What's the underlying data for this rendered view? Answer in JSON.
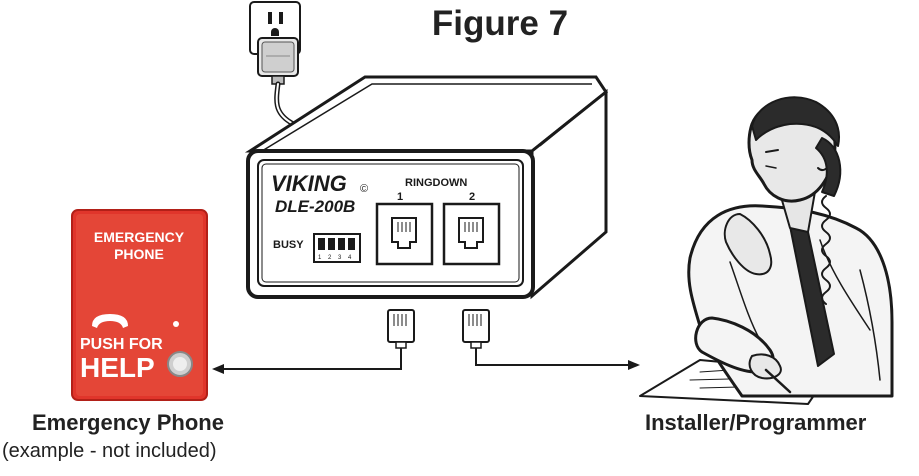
{
  "figure_title": "Figure 7",
  "device": {
    "brand": "VIKING",
    "brand_mark": "©",
    "model": "DLE-200B",
    "ringdown_label": "RINGDOWN",
    "port_1_label": "1",
    "port_2_label": "2",
    "busy_label": "BUSY",
    "dip_switch_numbers": [
      "1",
      "2",
      "3",
      "4"
    ]
  },
  "emergency_phone": {
    "face_title": [
      "EMERGENCY",
      "PHONE"
    ],
    "push_for_label": "PUSH FOR",
    "help_label": "HELP",
    "caption": "Emergency Phone",
    "caption_sub": "(example - not included)"
  },
  "installer": {
    "caption": "Installer/Programmer"
  },
  "colors": {
    "phone_red": "#e0352b",
    "line": "#1a1a1a"
  }
}
